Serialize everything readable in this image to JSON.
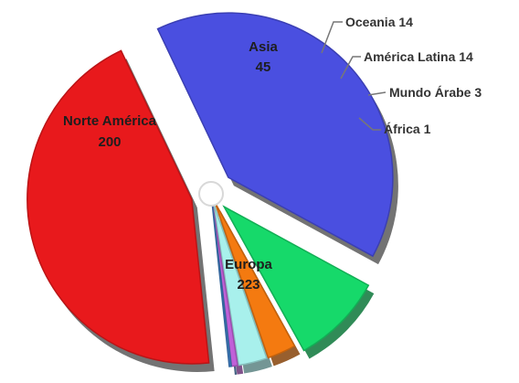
{
  "chart_data": {
    "type": "pie",
    "title": "",
    "slices": [
      {
        "label": "Europa",
        "value": 223,
        "color": "#e8191c"
      },
      {
        "label": "Norte América",
        "value": 200,
        "color": "#4a4fe0"
      },
      {
        "label": "Asia",
        "value": 45,
        "color": "#16d96a"
      },
      {
        "label": "Oceania",
        "value": 14,
        "color": "#f47a10"
      },
      {
        "label": "América Latina",
        "value": 14,
        "color": "#a8f0ec"
      },
      {
        "label": "Mundo Árabe",
        "value": 3,
        "color": "#c060d8"
      },
      {
        "label": "África",
        "value": 1,
        "color": "#3f7fc4"
      }
    ],
    "labels": {
      "europa_name": "Europa",
      "europa_value": "223",
      "norte_name": "Norte América",
      "norte_value": "200",
      "asia_name": "Asia",
      "asia_value": "45",
      "oceania": "Oceania 14",
      "latina": "América Latina 14",
      "arabe": "Mundo Árabe 3",
      "africa": "África 1"
    }
  }
}
